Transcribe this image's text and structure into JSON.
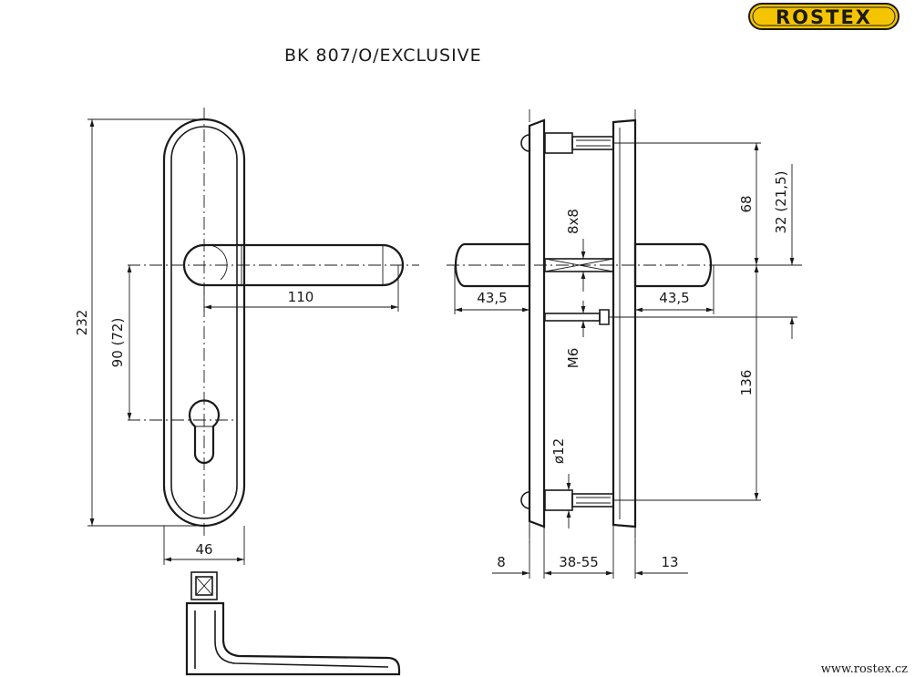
{
  "brand": {
    "logo_text": "ROSTEX",
    "logo_color": "#f5c400",
    "logo_outline": "#1a1a1a"
  },
  "title": "BK 807/O/EXCLUSIVE",
  "website": "www.rostex.cz",
  "dimensions": {
    "height_total": "232",
    "handle_length": "110",
    "spacing": "90 (72)",
    "plate_width": "46",
    "handle_offset_left": "43,5",
    "handle_offset_right": "43,5",
    "spindle": "8x8",
    "screw_thread": "M6",
    "screw_diameter": "ø12",
    "upper_distance": "68",
    "upper_alt": "32 (21,5)",
    "screw_spacing": "136",
    "outer_plate": "8",
    "door_thickness": "38-55",
    "inner_plate": "13"
  },
  "colors": {
    "line": "#1a1a1a",
    "background": "#ffffff"
  }
}
